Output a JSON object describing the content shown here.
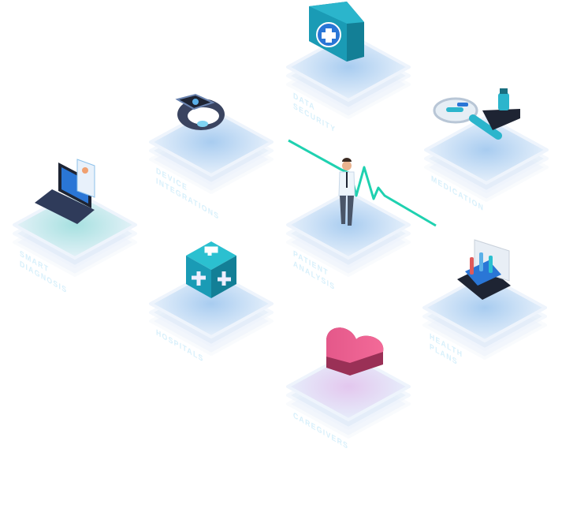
{
  "tiles": [
    {
      "id": "data-security",
      "label": "Data Security",
      "icon": "first-aid-kit-icon"
    },
    {
      "id": "device-integrations",
      "label": "Device Integrations",
      "icon": "smartwatch-icon"
    },
    {
      "id": "medication",
      "label": "Medication",
      "icon": "magnifier-pills-icon"
    },
    {
      "id": "smart-diagnosis",
      "label": "Smart Diagnosis",
      "icon": "laptop-icon"
    },
    {
      "id": "patient-analysis",
      "label": "Patient Analysis",
      "icon": "doctor-heartbeat-icon"
    },
    {
      "id": "hospitals",
      "label": "Hospitals",
      "icon": "medical-cube-icon"
    },
    {
      "id": "health-plans",
      "label": "Health Plans",
      "icon": "lab-tablet-icon"
    },
    {
      "id": "caregivers",
      "label": "Caregivers",
      "icon": "heart-icon"
    }
  ],
  "colors": {
    "tile": "#cfe2f8",
    "tile_glow": "#a9cdf0",
    "accent": "#1fd1b0",
    "heart": "#e9578a",
    "teal": "#1a9bb5"
  }
}
